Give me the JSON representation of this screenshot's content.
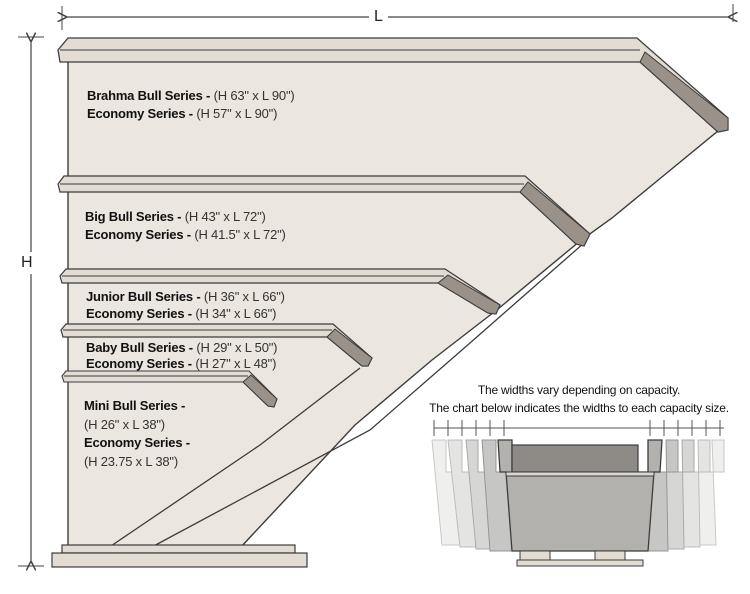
{
  "dimensions": {
    "length_label": "L",
    "height_label": "H"
  },
  "series": [
    {
      "name": "Brahma Bull Series -",
      "dims": "(H 63\" x L 90\")",
      "economy_name": "Economy Series -",
      "economy_dims": "(H 57\" x L 90\")"
    },
    {
      "name": "Big Bull Series -",
      "dims": "(H 43\" x L 72\")",
      "economy_name": "Economy Series -",
      "economy_dims": "(H 41.5\" x L 72\")"
    },
    {
      "name": "Junior Bull Series -",
      "dims": "(H 36\" x L 66\")",
      "economy_name": "Economy Series -",
      "economy_dims": "(H 34\" x L 66\")"
    },
    {
      "name": "Baby Bull Series -",
      "dims": "(H 29\" x L 50\")",
      "economy_name": "Economy Series -",
      "economy_dims": "(H 27\" x L 48\")"
    },
    {
      "name": "Mini Bull Series -",
      "dims": "(H 26\" x L 38\")",
      "economy_name": "Economy Series -",
      "economy_dims": "(H 23.75 x L 38\")"
    }
  ],
  "width_note": {
    "line1": "The widths vary depending on capacity.",
    "line2": "The chart below indicates the widths to each capacity size."
  },
  "colors": {
    "body": "#ebe6df",
    "rim": "#e2dcd3",
    "rim_shadow": "#8a8178",
    "outline": "#3c3c3c",
    "dim_line": "#444444"
  }
}
